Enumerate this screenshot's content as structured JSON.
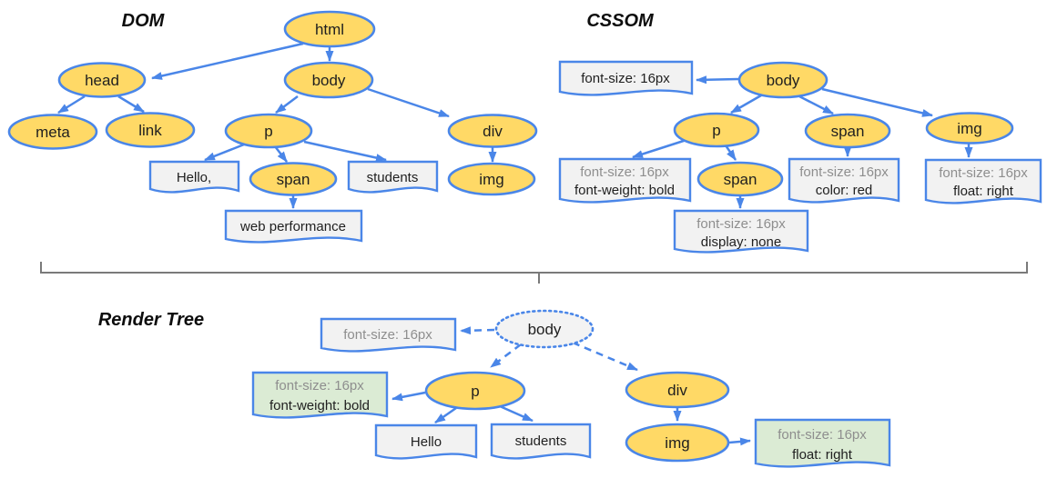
{
  "diagram": {
    "dom": {
      "title": "DOM",
      "nodes": {
        "html": "html",
        "head": "head",
        "body": "body",
        "meta": "meta",
        "link": "link",
        "p": "p",
        "span": "span",
        "div": "div",
        "img": "img"
      },
      "text_nodes": {
        "hello": "Hello,",
        "students": "students",
        "web_performance": "web performance"
      }
    },
    "cssom": {
      "title": "CSSOM",
      "nodes": {
        "body": "body",
        "p": "p",
        "span": "span",
        "img": "img",
        "span_child": "span"
      },
      "rules": {
        "body": {
          "line1": "font-size: 16px"
        },
        "p": {
          "line1": "font-size: 16px",
          "line2": "font-weight: bold"
        },
        "span": {
          "line1": "font-size: 16px",
          "line2": "color: red"
        },
        "img": {
          "line1": "font-size: 16px",
          "line2": "float: right"
        },
        "span_child": {
          "line1": "font-size: 16px",
          "line2": "display: none"
        }
      }
    },
    "render_tree": {
      "title": "Render Tree",
      "nodes": {
        "body": "body",
        "p": "p",
        "div": "div",
        "img": "img"
      },
      "text_nodes": {
        "hello": "Hello",
        "students": "students"
      },
      "rules": {
        "body": {
          "line1": "font-size: 16px"
        },
        "p": {
          "line1": "font-size: 16px",
          "line2": "font-weight: bold"
        },
        "img": {
          "line1": "font-size: 16px",
          "line2": "float: right"
        }
      }
    },
    "colors": {
      "node_fill": "#FFD966",
      "stroke_blue": "#4A86E8",
      "box_fill": "#F2F2F2",
      "green_box_fill": "#DBEBD4",
      "render_root_fill": "#F3F3F3",
      "gray_text": "#8E8E8E",
      "black_text": "#1F1F1F",
      "divider": "#7A7A7A"
    }
  }
}
